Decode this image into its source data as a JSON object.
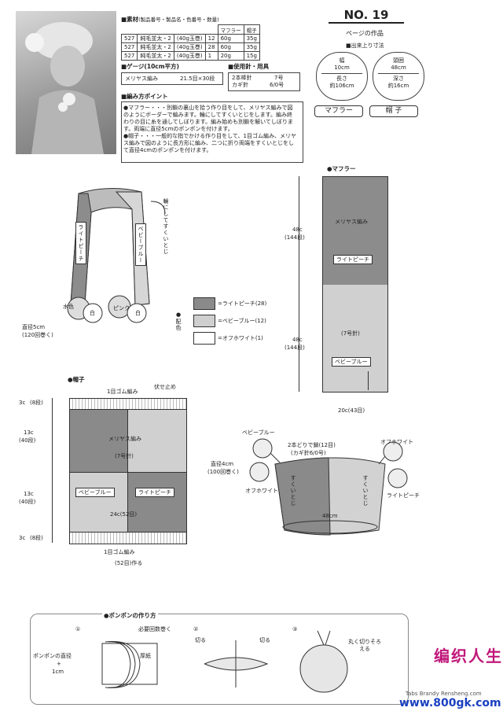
{
  "header": {
    "number": "NO. 19",
    "works_page": "ページの作品",
    "finished_size_title": "■出来上り寸法"
  },
  "materials": {
    "title": "■素材",
    "title_sub": "(製品番号・製品名・色番号・数量)",
    "col_muffler": "マフラー",
    "col_hat": "帽子",
    "rows": [
      {
        "code": "527",
        "name": "純毛並太・2",
        "unit": "(40g玉巻)",
        "color": "12",
        "muffler": "60g",
        "hat": "35g"
      },
      {
        "code": "527",
        "name": "純毛並太・2",
        "unit": "(40g玉巻)",
        "color": "28",
        "muffler": "60g",
        "hat": "35g"
      },
      {
        "code": "527",
        "name": "純毛並太・2",
        "unit": "(40g玉巻)",
        "color": "1",
        "muffler": "20g",
        "hat": "15g"
      }
    ]
  },
  "gauge": {
    "title": "■ゲージ(10cm平方)",
    "stitch": "メリヤス編み",
    "value": "21.5目×30段"
  },
  "tools": {
    "title": "■使用針・用具",
    "line1_a": "2本棒針",
    "line1_b": "7号",
    "line2_a": "カギ針",
    "line2_b": "6/0号"
  },
  "points": {
    "title": "■編み方ポイント",
    "lines": [
      "●マフラー・・・別鎖の裏山を拾う作り目をして、メリヤス編みで図",
      "のようにボーダーで編みます。輪にしてすくいとじをします。編み終",
      "わりの目に糸を通してしぼります。編み始めも別鎖を解いてしぼりま",
      "す。両端に直径5cmのポンポンを付けます。",
      "●帽子・・・一般的な指でかける作り目をして、1目ゴム編み、メリヤ",
      "ス編みで図のように長方形に編み、二つに折り両端をすくいとじをし",
      "て直径4cmのポンポンを付けます。"
    ]
  },
  "sizes": {
    "muffler": {
      "width_label": "幅",
      "width": "10cm",
      "length_label": "長さ",
      "length": "約106cm",
      "button": "マフラー"
    },
    "hat": {
      "head_label": "頭囲",
      "head": "48cm",
      "depth_label": "深さ",
      "depth": "約16cm",
      "button": "帽 子"
    }
  },
  "scarf_sketch": {
    "fold_note": "輪にしてすくいとじ",
    "label_left": "ライトピーチ",
    "label_right": "ベビーブルー",
    "pom_a": "水色",
    "pom_b": "白",
    "pom_c": "ピンク",
    "pom_d": "白",
    "pom_size": "直径5cm",
    "pom_wraps": "(120回巻く)"
  },
  "legend": {
    "title": "●配色",
    "items": [
      {
        "label": "=ライトピーチ(28)",
        "color": "#8a8a8a"
      },
      {
        "label": "=ベビーブルー(12)",
        "color": "#cfcfcf"
      },
      {
        "label": "=オフホワイト(1)",
        "color": "#ffffff"
      }
    ]
  },
  "muffler_chart": {
    "title": "●マフラー",
    "upper_len": "48c",
    "upper_rows": "(144段)",
    "lower_len": "48c",
    "lower_rows": "(144段)",
    "upper_stitch": "メリヤス編み",
    "upper_color": "ライトピーチ",
    "lower_needle": "(7号針)",
    "lower_color": "ベビーブルー",
    "width": "20c(43目)"
  },
  "hat_chart": {
    "title": "●帽子",
    "top_rib": "1目ゴム編み",
    "bind_off": "伏せ止め",
    "r1": "3c",
    "r1b": "(8段)",
    "r2": "13c",
    "r2b": "(40段)",
    "r3": "13c",
    "r3b": "(40段)",
    "r4": "3c",
    "r4b": "(8段)",
    "stitch": "メリヤス編み",
    "needle": "(7号針)",
    "left_color": "ベビーブルー",
    "right_color": "ライトピーチ",
    "inner_width": "24c(52目)",
    "bottom_rib": "1目ゴム編み",
    "cast_on": "(52目)作る"
  },
  "hat_sketch": {
    "baby_blue": "ベビーブルー",
    "tie": "2本どりで鎖(12目)",
    "tie_hook": "(カギ針6/0号)",
    "off_white_r": "オフホワイト",
    "pom_size": "直径4cm",
    "pom_wraps": "(100回巻く)",
    "off_white_l": "オフホワイト",
    "seam_l": "すくいとじ",
    "seam_r": "すくいとじ",
    "light_peach": "ライトピーチ",
    "circ": "48cm"
  },
  "pompom": {
    "title": "●ポンポンの作り方",
    "step1": "①",
    "step2": "②",
    "step3": "③",
    "wrap_note": "必要回数巻く",
    "diam_a": "ポンポンの直径",
    "diam_b": "+",
    "diam_c": "1cm",
    "card": "厚紙",
    "cut_a": "切る",
    "cut_b": "切る",
    "trim": "丸く切りそろえる"
  },
  "watermark": {
    "brand": "编织人生",
    "url": "www.800gk.com",
    "small": "Tabs Brandy Rensheng.com"
  }
}
